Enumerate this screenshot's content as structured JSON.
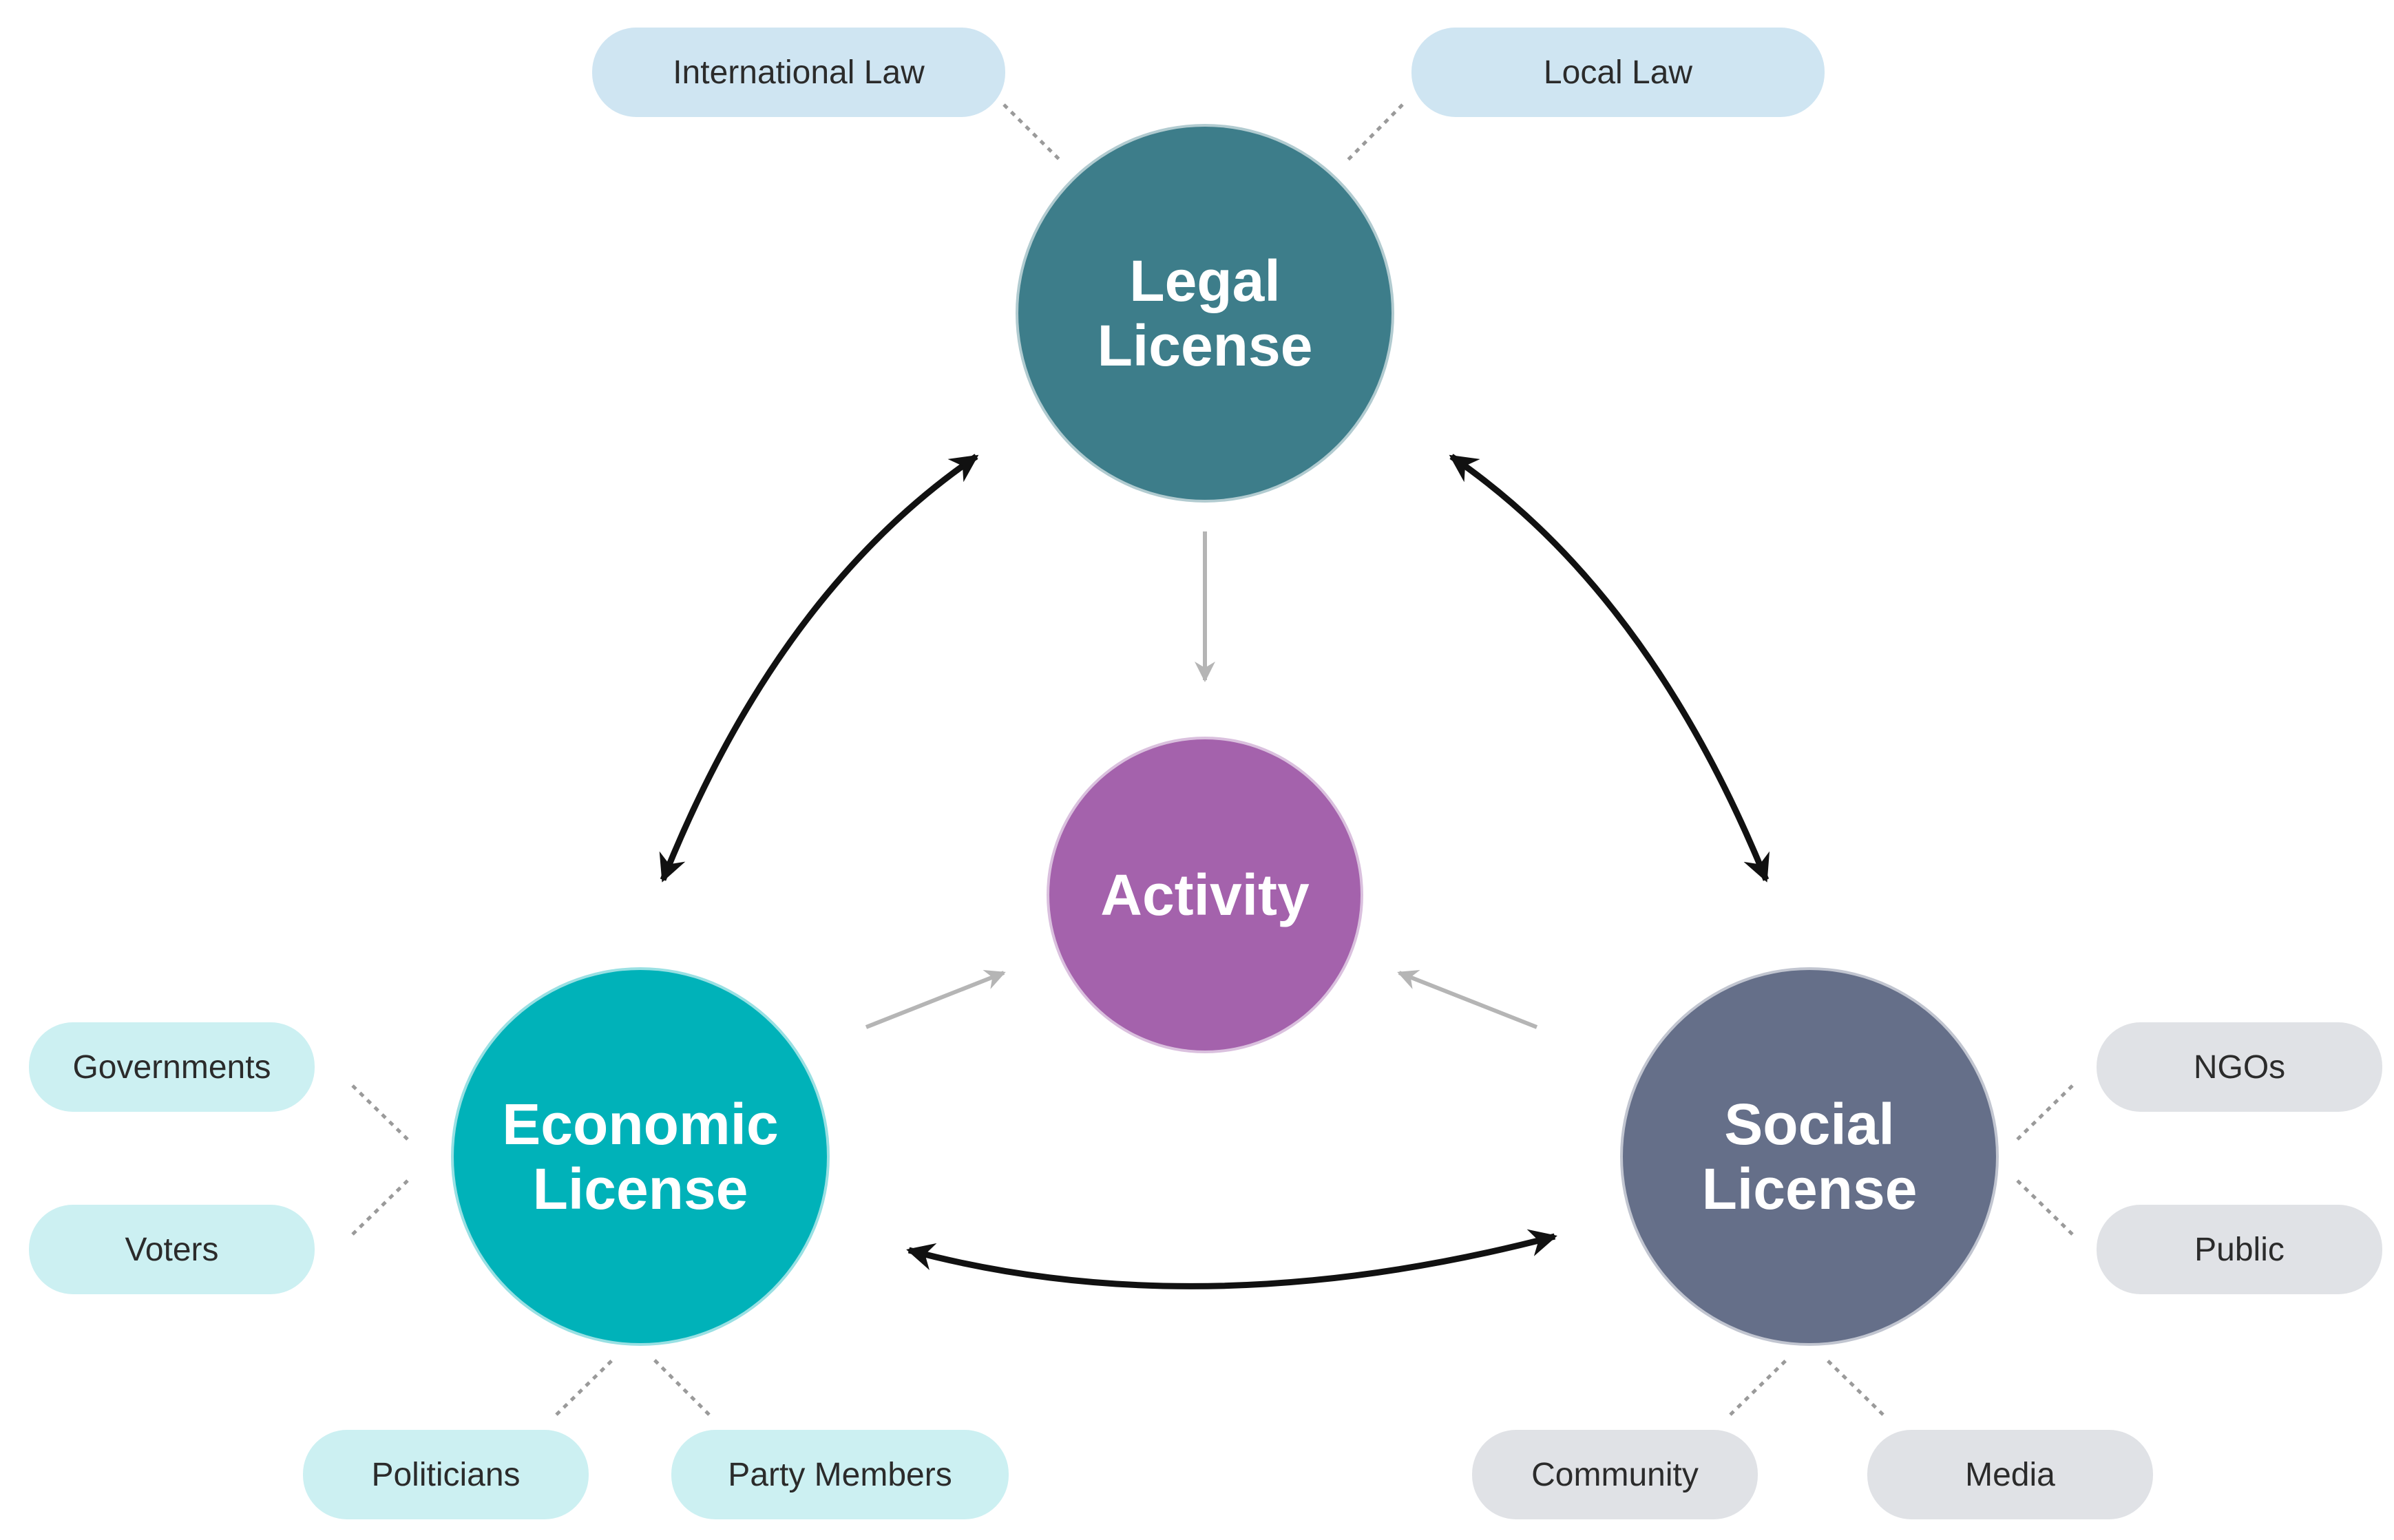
{
  "circles": {
    "legal": {
      "line1": "Legal",
      "line2": "License",
      "color": "#3d7d8a"
    },
    "economic": {
      "line1": "Economic",
      "line2": "License",
      "color": "#00b2b9"
    },
    "social": {
      "line1": "Social",
      "line2": "License",
      "color": "#656f89"
    },
    "activity": {
      "label": "Activity",
      "color": "#a462ac"
    }
  },
  "stakeholders": {
    "legal": [
      "International Law",
      "Local Law"
    ],
    "economic": [
      "Governments",
      "Voters",
      "Politicians",
      "Party Members"
    ],
    "social": [
      "NGOs",
      "Public",
      "Community",
      "Media"
    ]
  },
  "colors": {
    "pill_legal": "#cfe5f2",
    "pill_economic": "#ccf0f2",
    "pill_social": "#e0e2e6",
    "arrow_main": "#111111",
    "arrow_minor": "#b5b5b5",
    "dotted_line": "#9a9a9a"
  }
}
